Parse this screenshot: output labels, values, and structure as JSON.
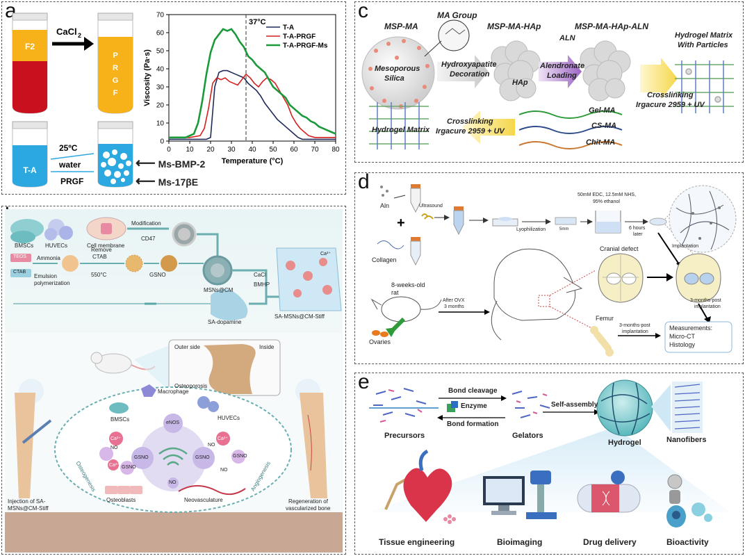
{
  "panels": {
    "a": {
      "label": "a",
      "tube_f2": "F2",
      "cacl2": "CaCl",
      "cacl2_sub": "2",
      "prgf_letters": [
        "P",
        "R",
        "G",
        "F"
      ],
      "tube_ta": "T-A",
      "temp_25": "25ºC",
      "water": "water",
      "prgf": "PRGF",
      "ms_bmp2": "Ms-BMP-2",
      "ms_17be": "Ms-17βE"
    },
    "b": {
      "label": "b",
      "texts": {
        "bmscs": "BMSCs",
        "huvecs": "HUVECs",
        "cell_membrane": "Cell membrane",
        "modification": "Modification",
        "cd47": "CD47",
        "teos": "TEOS",
        "ammonia": "Ammonia",
        "ctab": "CTAB",
        "emulsion": "Emulsion",
        "polymerization": "polymerization",
        "remove": "Remove",
        "ctab2": "CTAB",
        "temp550": "550°C",
        "gsno": "GSNO",
        "msns_cm": "MSNs@CM",
        "cacl2": "CaCl",
        "bmhp": "BMHP",
        "ca2": "Ca²⁺",
        "sa_dopamine": "SA-dopamine",
        "sa_stiff": "SA-MSNs@CM-Stiff",
        "outer": "Outer side",
        "inside": "Inside",
        "osteoporosis": "Osteoporosis",
        "macrophage": "Macrophage",
        "bmscs2": "BMSCs",
        "huvecs2": "HUVECs",
        "enos": "eNOS",
        "gsno_l": "GSNO",
        "gsno_r": "GSNO",
        "gsno_bl": "GSNO",
        "no1": "NO",
        "no2": "NO",
        "no3": "NO",
        "no4": "NO",
        "ca_a": "Ca²⁺",
        "ca_b": "Ca²⁺",
        "ca_c": "Ca²⁺",
        "osteogenesis": "Osteogenesis",
        "angiogenesis": "Angiogenesis",
        "osteoblasts": "Osteoblasts",
        "neovasculature": "Neovasculature",
        "injection1": "Injection of SA-",
        "injection2": "MSNs@CM-Stiff",
        "regen1": "Regeneration of",
        "regen2": "vascularized bone"
      }
    },
    "c": {
      "label": "c",
      "msp_ma": "MSP-MA",
      "ma_group": "MA Group",
      "msp_ma_hap": "MSP-MA-HAp",
      "msp_ma_hap_aln": "MSP-MA-HAp-ALN",
      "aln": "ALN",
      "meso1": "Mesoporous",
      "meso2": "Silica",
      "hap": "HAp",
      "hydroxy1": "Hydroxyapatite",
      "hydroxy2": "Decoration",
      "alen1": "Alendronate",
      "alen2": "Loading",
      "cross1a": "Crosslinking",
      "cross1b": "Irgacure 2959 + UV",
      "matrix_particles1": "Hydrogel Matrix",
      "matrix_particles2": "With Particles",
      "hydrogel_matrix": "Hydrogel Matrix",
      "cross2a": "Crosslinking",
      "cross2b": "Irgacure 2959 + UV",
      "gel_ma": "Gel-MA",
      "cs_ma": "CS-MA",
      "chit_ma": "Chit-MA"
    },
    "d": {
      "label": "d",
      "aln": "Aln",
      "ultrasound": "Ultrasound",
      "collagen": "Collagen",
      "lyophilization": "Lyophilization",
      "scale": "5mm",
      "edc1": "50mM EDC, 12.5mM NHS,",
      "edc2": "95% ethanol",
      "six1": "6 hours",
      "six2": "later",
      "implantation": "Implantation",
      "cranial": "Cranial defect",
      "rat1": "8-weeks-old",
      "rat2": "rat",
      "ovx1": "After OVX",
      "ovx2": "3 months",
      "ovaries": "Ovaries",
      "femur": "Femur",
      "post1a": "3-months-post",
      "post1b": "implantation",
      "post2a": "3-months-post",
      "post2b": "implantation",
      "meas1": "Measurements:",
      "meas2": "Micro-CT",
      "meas3": "Histology"
    },
    "e": {
      "label": "e",
      "bond_cleavage": "Bond cleavage",
      "enzyme": "Enzyme",
      "bond_formation": "Bond formation",
      "self_assembly": "Self-assembly",
      "precursors": "Precursors",
      "gelators": "Gelators",
      "hydrogel": "Hydrogel",
      "nanofibers": "Nanofibers",
      "tissue": "Tissue engineering",
      "bioimaging": "Bioimaging",
      "drug": "Drug delivery",
      "bioactivity": "Bioactivity"
    }
  },
  "chart_data": {
    "type": "line",
    "xlabel": "Temperature (°C)",
    "ylabel": "Viscosity (Pa·s)",
    "xlim": [
      0,
      80
    ],
    "ylim": [
      0,
      70
    ],
    "xticks": [
      0,
      10,
      20,
      30,
      40,
      50,
      60,
      70,
      80
    ],
    "yticks": [
      0,
      10,
      20,
      30,
      40,
      50,
      60,
      70
    ],
    "annotation": {
      "x": 37,
      "label": "37°C"
    },
    "legend": "top-right",
    "series": [
      {
        "name": "T-A",
        "color": "#1f2a5a",
        "x": [
          0,
          5,
          10,
          15,
          18,
          20,
          22,
          24,
          26,
          28,
          30,
          32,
          34,
          36,
          38,
          40,
          42,
          44,
          46,
          48,
          50,
          52,
          54,
          56,
          58,
          60,
          62,
          64,
          66,
          68,
          70,
          72,
          74,
          76,
          78,
          80
        ],
        "y": [
          1,
          1,
          1,
          1,
          1,
          2,
          30,
          38,
          39,
          39,
          38,
          37,
          36,
          35,
          32,
          30,
          28,
          25,
          21,
          18,
          15,
          12,
          10,
          8,
          6,
          4,
          2,
          1,
          1,
          1,
          1,
          1,
          1,
          1,
          1,
          1
        ]
      },
      {
        "name": "T-A-PRGF",
        "color": "#d61f1f",
        "x": [
          0,
          5,
          10,
          15,
          17,
          19,
          21,
          23,
          25,
          27,
          29,
          31,
          33,
          35,
          37,
          39,
          41,
          43,
          45,
          47,
          49,
          51,
          53,
          55,
          57,
          59,
          61,
          63,
          65,
          67,
          70,
          74,
          78,
          80
        ],
        "y": [
          2,
          2,
          2,
          3,
          7,
          18,
          32,
          35,
          34,
          35,
          33,
          32,
          31,
          34,
          37,
          35,
          32,
          30,
          33,
          35,
          34,
          32,
          28,
          24,
          20,
          14,
          10,
          7,
          5,
          3,
          2,
          2,
          2,
          2
        ]
      },
      {
        "name": "T-A-PRGF-Ms",
        "color": "#1a9a3a",
        "x": [
          0,
          5,
          8,
          10,
          12,
          14,
          16,
          18,
          20,
          22,
          24,
          26,
          28,
          30,
          32,
          34,
          36,
          38,
          40,
          42,
          44,
          46,
          48,
          50,
          52,
          54,
          56,
          58,
          60,
          62,
          64,
          66,
          68,
          70,
          72,
          74,
          76,
          78,
          80
        ],
        "y": [
          2,
          2,
          2,
          3,
          4,
          10,
          22,
          37,
          49,
          56,
          59,
          62,
          61,
          62,
          59,
          55,
          52,
          47,
          45,
          42,
          40,
          38,
          34,
          30,
          28,
          26,
          24,
          20,
          18,
          16,
          14,
          13,
          11,
          10,
          8,
          7,
          6,
          5,
          4
        ]
      }
    ]
  }
}
